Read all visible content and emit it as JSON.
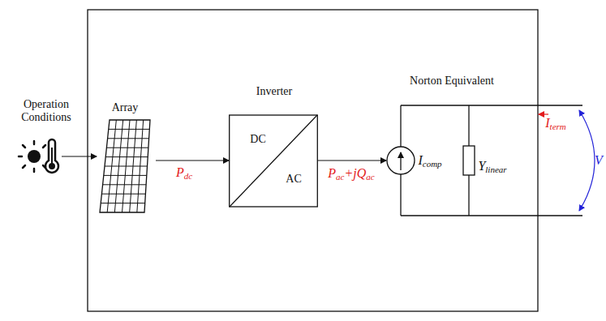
{
  "diagram": {
    "nodes": [
      {
        "text": [
          "Array"
        ]
      },
      {
        "text": [
          "Inverter",
          "DC",
          "AC"
        ]
      }
    ],
    "edges": [
      {
        "from": 0,
        "to": 1,
        "arrow": "to",
        "label": "Pdc"
      }
    ],
    "labels": [
      "Operation Conditions",
      "Norton Equivalent",
      "Pac+jQac",
      "Icomp",
      "Ylinear",
      "Iterm",
      "V"
    ]
  }
}
